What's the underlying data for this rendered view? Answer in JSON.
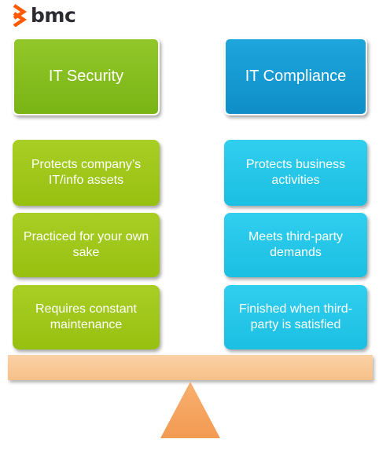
{
  "brand": {
    "name": "bmc",
    "accent": "#ff5a00"
  },
  "colors": {
    "security_header": "#80b81c",
    "compliance_header": "#1199d2",
    "security_item": "#a0c51a",
    "compliance_item": "#22c4e8",
    "plank": "#f8c89a",
    "fulcrum": "#f6a15e"
  },
  "left": {
    "title": "IT Security",
    "items": [
      "Protects company’s IT/info assets",
      "Practiced for your own sake",
      "Requires constant maintenance"
    ]
  },
  "right": {
    "title": "IT Compliance",
    "items": [
      "Protects business activities",
      "Meets third-party demands",
      "Finished when third-party is satisfied"
    ]
  }
}
